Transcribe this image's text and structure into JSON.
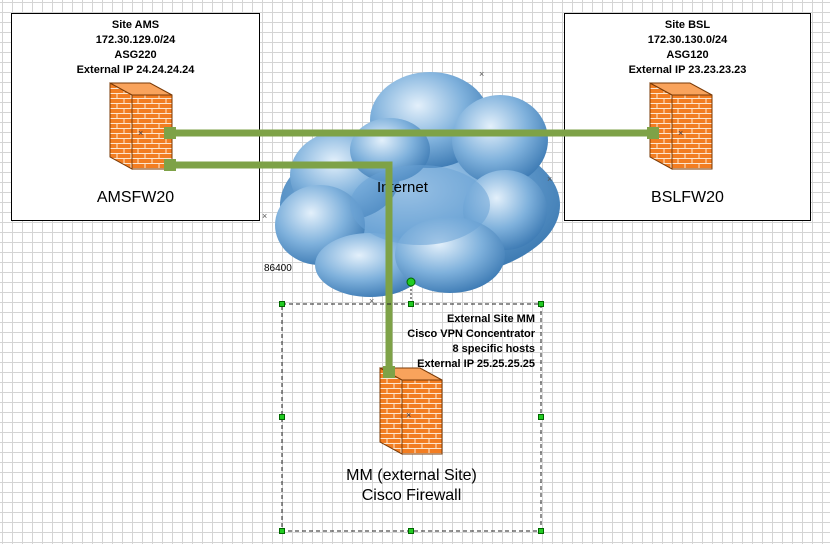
{
  "sites": {
    "ams": {
      "info": [
        "Site AMS",
        "172.30.129.0/24",
        "ASG220",
        "External IP 24.24.24.24"
      ],
      "firewall_name": "AMSFW20"
    },
    "bsl": {
      "info": [
        "Site BSL",
        "172.30.130.0/24",
        "ASG120",
        "External IP 23.23.23.23"
      ],
      "firewall_name": "BSLFW20"
    },
    "mm": {
      "info": [
        "External Site MM",
        "Cisco VPN Concentrator",
        "8 specific hosts",
        "External IP 25.25.25.25"
      ],
      "firewall_name": [
        "MM (external Site)",
        "Cisco Firewall"
      ]
    }
  },
  "cloud": {
    "label": "Internet"
  },
  "lifetime_label": "86400",
  "colors": {
    "link": "#7ea247",
    "firewall_front": "#f07b22",
    "firewall_side": "#c25a10",
    "cloud": "#4f8fc7",
    "selection_handle": "#22cc22"
  }
}
